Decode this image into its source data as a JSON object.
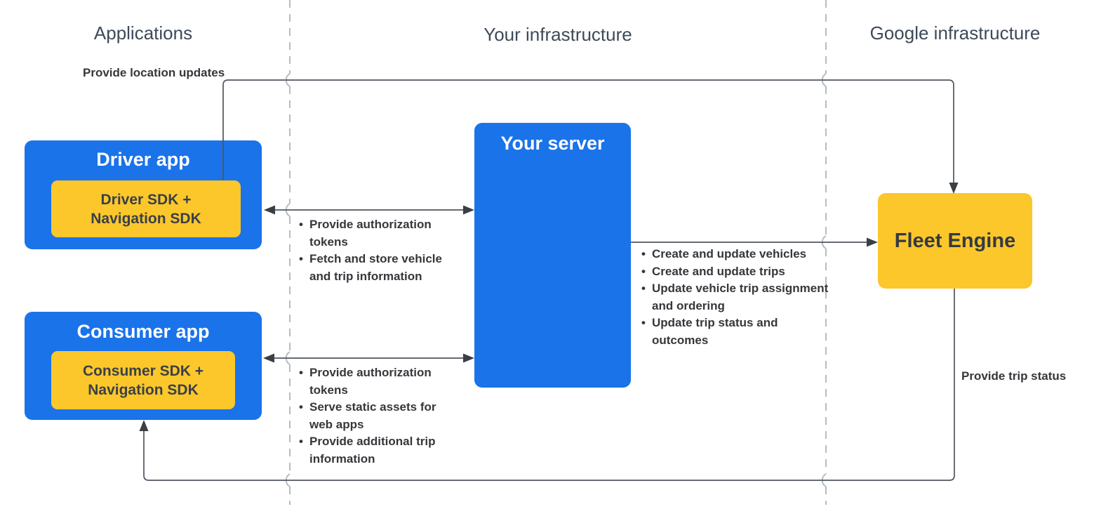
{
  "columns": {
    "applications": "Applications",
    "your_infrastructure": "Your infrastructure",
    "google_infrastructure": "Google infrastructure"
  },
  "nodes": {
    "driver_app": {
      "title": "Driver app",
      "sdk": "Driver SDK + Navigation SDK"
    },
    "consumer_app": {
      "title": "Consumer app",
      "sdk": "Consumer SDK + Navigation SDK"
    },
    "your_server": {
      "title": "Your server"
    },
    "fleet_engine": {
      "title": "Fleet Engine"
    }
  },
  "edges": {
    "driver_to_fleet": {
      "label": "Provide location updates"
    },
    "driver_server": {
      "bullets": [
        "Provide authorization tokens",
        "Fetch and store vehicle and trip information"
      ]
    },
    "consumer_server": {
      "bullets": [
        "Provide authorization tokens",
        "Serve static assets for web apps",
        "Provide additional trip information"
      ]
    },
    "server_to_fleet": {
      "bullets": [
        "Create and update vehicles",
        "Create and update trips",
        "Update vehicle trip assignment and ordering",
        "Update trip status and outcomes"
      ]
    },
    "fleet_to_consumer": {
      "label": "Provide trip status"
    }
  },
  "colors": {
    "blue": "#1A73E8",
    "yellow": "#FCC72B",
    "line": "#50565E",
    "arrowhead": "#3A3F46",
    "dashed": "#B6BCC6",
    "heading": "#3E4A59",
    "text": "#35373B",
    "node_text_dark": "#3A4047",
    "node_text_light": "#FFFFFF"
  }
}
